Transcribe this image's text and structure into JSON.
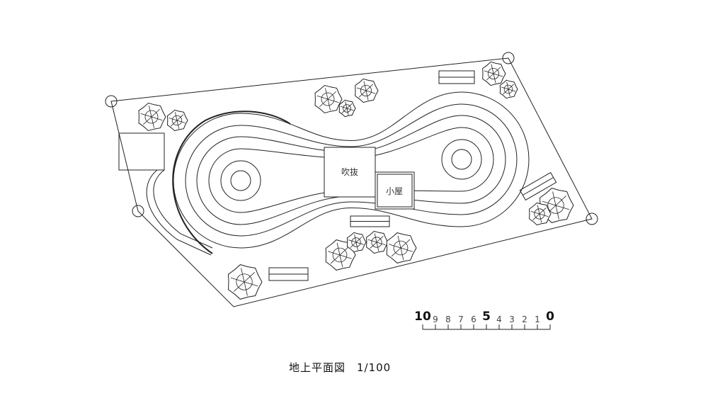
{
  "drawing": {
    "title": "地上平面図　1/100",
    "rooms": [
      {
        "label": "吹抜"
      },
      {
        "label": "小屋"
      }
    ],
    "scale_bar": {
      "labels": [
        "10",
        "9",
        "8",
        "7",
        "6",
        "5",
        "4",
        "3",
        "2",
        "1",
        "0"
      ],
      "unit_steps": 10
    }
  }
}
